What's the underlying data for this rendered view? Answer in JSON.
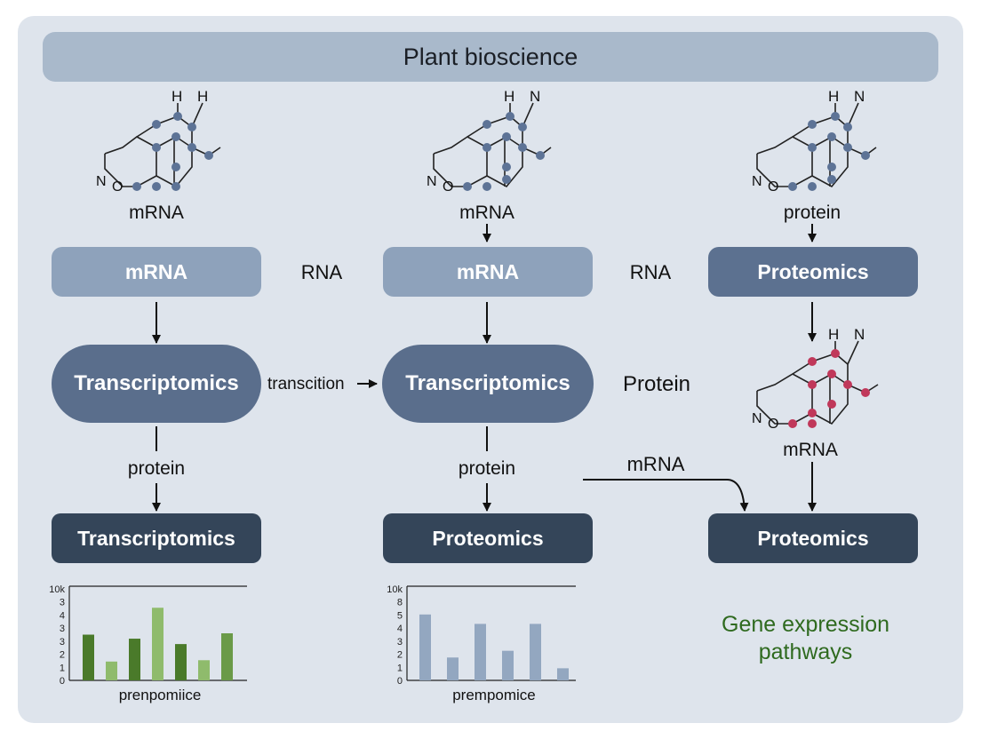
{
  "title": "Plant bioscience",
  "molecule_atoms": {
    "h": "H",
    "n": "N",
    "o": "O"
  },
  "columns": [
    {
      "molecule_label": "mRNA",
      "upper_box": "mRNA",
      "middle_box": "Transcriptomics",
      "arrow_label": "protein",
      "lower_box": "Transcriptomics"
    },
    {
      "molecule_label": "mRNA",
      "upper_box": "mRNA",
      "middle_box": "Transcriptomics",
      "arrow_label": "protein",
      "lower_box": "Proteomics"
    },
    {
      "molecule_label": "protein",
      "upper_box": "Proteomics",
      "second_molecule_label": "mRNA",
      "lower_box": "Proteomics"
    }
  ],
  "connectors": {
    "rna_left": "RNA",
    "rna_right": "RNA",
    "transcription": "transcition",
    "protein_side": "Protein",
    "mrna_curve": "mRNA"
  },
  "caption": {
    "line1": "Gene expression",
    "line2": "pathways"
  },
  "chart_data": [
    {
      "type": "bar",
      "xlabel": "prenpomiice",
      "y_tick_labels": [
        "0",
        "1",
        "2",
        "3",
        "3",
        "4",
        "3",
        "10k"
      ],
      "values": [
        3.4,
        1.4,
        3.1,
        5.4,
        2.7,
        1.5,
        3.5
      ],
      "ylim": [
        0,
        7
      ],
      "colors": [
        "#4a7a2a",
        "#8fbb6c",
        "#4a7a2a",
        "#8fbb6c",
        "#4a7a2a",
        "#8fbb6c",
        "#6a9a48"
      ],
      "grid": false
    },
    {
      "type": "bar",
      "xlabel": "prempomice",
      "y_tick_labels": [
        "0",
        "1",
        "2",
        "3",
        "4",
        "5",
        "8",
        "10k"
      ],
      "values": [
        4.9,
        1.7,
        4.2,
        2.2,
        4.2,
        0.9
      ],
      "ylim": [
        0,
        7
      ],
      "colors": [
        "#93a7c0",
        "#93a7c0",
        "#93a7c0",
        "#93a7c0",
        "#93a7c0",
        "#93a7c0"
      ],
      "grid": false
    }
  ]
}
